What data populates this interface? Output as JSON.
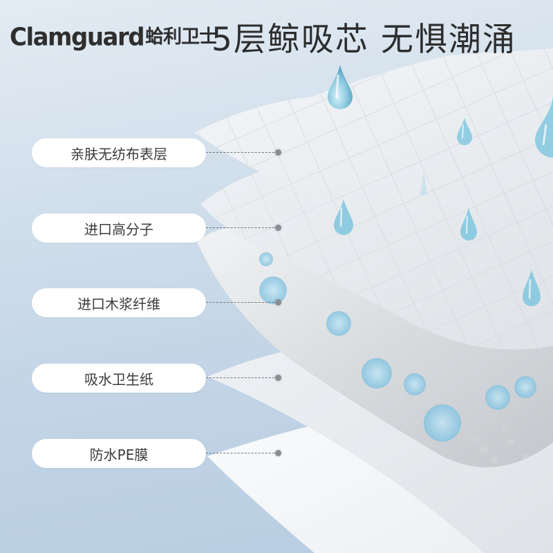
{
  "header": {
    "brand_en": "Clamguard",
    "brand_cn": "蛤利卫士",
    "headline": "5层鲸吸芯 无惧潮涌"
  },
  "layers": [
    {
      "label": "亲肤无纺布表层"
    },
    {
      "label": "进口高分子"
    },
    {
      "label": "进口木浆纤维"
    },
    {
      "label": "吸水卫生纸"
    },
    {
      "label": "防水PE膜"
    }
  ],
  "colors": {
    "background_top": "#e3ebf3",
    "background_bottom": "#b8cde2",
    "label_bg": "#ffffff",
    "label_text": "#3b3b3b",
    "headline_text": "#2d2d2d",
    "connector": "#6e7378",
    "drop": "#8fcbe0",
    "sap_bead": "#9fd0e8"
  },
  "icons": {
    "water_drop": "water-drop-icon",
    "connector_dot": "dot-icon"
  }
}
